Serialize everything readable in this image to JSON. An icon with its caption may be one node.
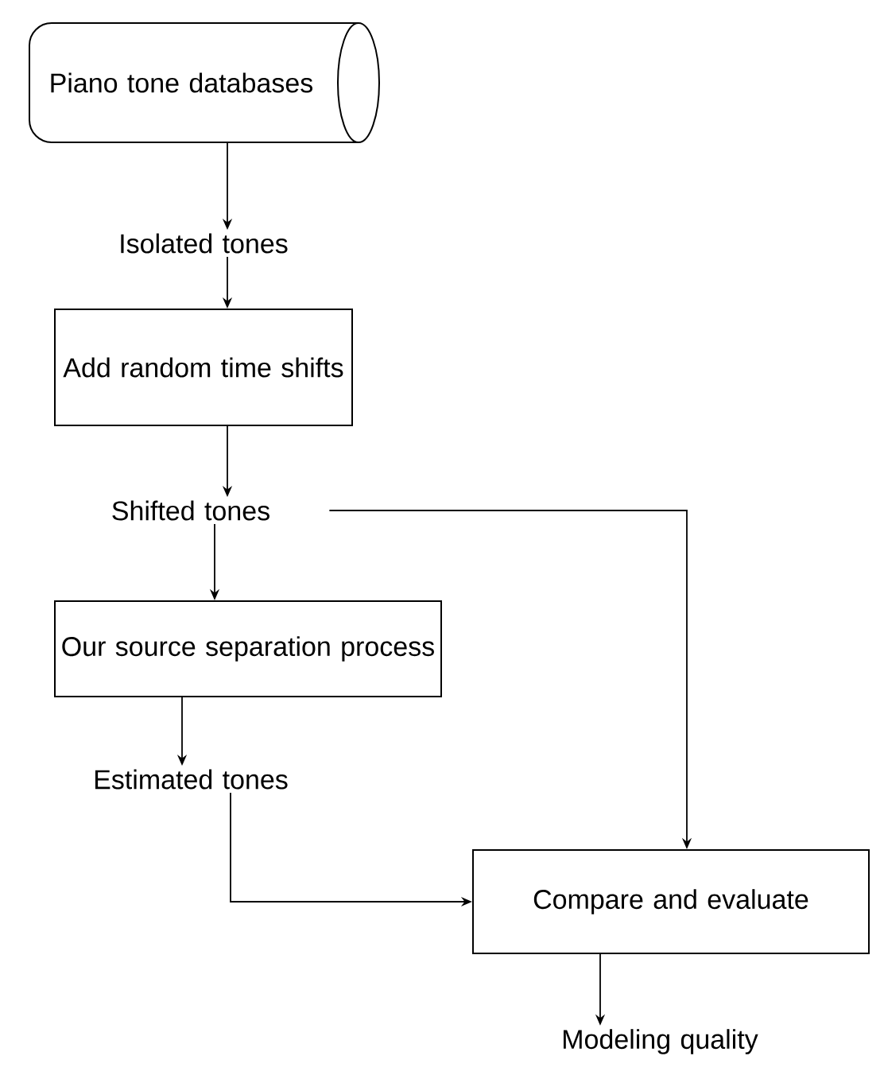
{
  "diagram": {
    "nodes": [
      {
        "text": [
          "Piano tone databases"
        ]
      },
      {
        "text": [
          "Isolated tones"
        ]
      },
      {
        "text": [
          "Add random time shifts"
        ]
      },
      {
        "text": [
          "Shifted tones"
        ]
      },
      {
        "text": [
          "Our source separation process"
        ]
      },
      {
        "text": [
          "Estimated tones"
        ]
      },
      {
        "text": [
          "Compare and evaluate"
        ]
      },
      {
        "text": [
          "Modeling quality"
        ]
      }
    ],
    "edges": [
      {
        "from": 0,
        "to": 1,
        "arrow": "to"
      },
      {
        "from": 1,
        "to": 2,
        "arrow": "to"
      },
      {
        "from": 2,
        "to": 3,
        "arrow": "to"
      },
      {
        "from": 3,
        "to": 4,
        "arrow": "to"
      },
      {
        "from": 4,
        "to": 5,
        "arrow": "to"
      },
      {
        "from": 5,
        "to": 6,
        "arrow": "to"
      },
      {
        "from": 3,
        "to": 6,
        "arrow": "to"
      },
      {
        "from": 6,
        "to": 7,
        "arrow": "to"
      }
    ]
  }
}
